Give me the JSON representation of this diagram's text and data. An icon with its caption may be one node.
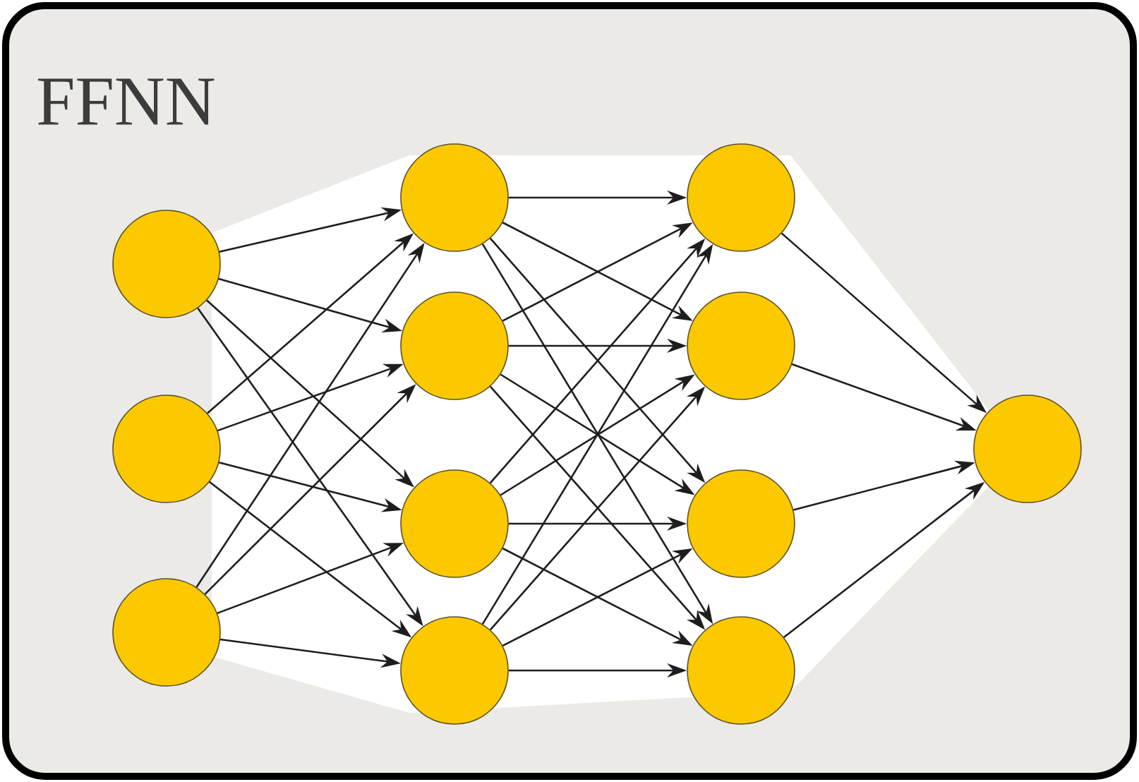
{
  "diagram": {
    "title": "FFNN",
    "nodes": [
      {
        "text": [],
        "shape": "circle"
      },
      {
        "text": [],
        "shape": "circle"
      },
      {
        "text": [],
        "shape": "circle"
      },
      {
        "text": [],
        "shape": "circle"
      },
      {
        "text": [],
        "shape": "circle"
      },
      {
        "text": [],
        "shape": "circle"
      },
      {
        "text": [],
        "shape": "circle"
      },
      {
        "text": [],
        "shape": "circle"
      },
      {
        "text": [],
        "shape": "circle"
      },
      {
        "text": [],
        "shape": "circle"
      },
      {
        "text": [],
        "shape": "circle"
      },
      {
        "text": [],
        "shape": "circle"
      }
    ],
    "edges": [
      {
        "from": 0,
        "to": 3,
        "arrow": "to"
      },
      {
        "from": 0,
        "to": 4,
        "arrow": "to"
      },
      {
        "from": 0,
        "to": 5,
        "arrow": "to"
      },
      {
        "from": 0,
        "to": 6,
        "arrow": "to"
      },
      {
        "from": 1,
        "to": 3,
        "arrow": "to"
      },
      {
        "from": 1,
        "to": 4,
        "arrow": "to"
      },
      {
        "from": 1,
        "to": 5,
        "arrow": "to"
      },
      {
        "from": 1,
        "to": 6,
        "arrow": "to"
      },
      {
        "from": 2,
        "to": 3,
        "arrow": "to"
      },
      {
        "from": 2,
        "to": 4,
        "arrow": "to"
      },
      {
        "from": 2,
        "to": 5,
        "arrow": "to"
      },
      {
        "from": 2,
        "to": 6,
        "arrow": "to"
      },
      {
        "from": 3,
        "to": 7,
        "arrow": "to"
      },
      {
        "from": 3,
        "to": 8,
        "arrow": "to"
      },
      {
        "from": 3,
        "to": 9,
        "arrow": "to"
      },
      {
        "from": 3,
        "to": 10,
        "arrow": "to"
      },
      {
        "from": 4,
        "to": 7,
        "arrow": "to"
      },
      {
        "from": 4,
        "to": 8,
        "arrow": "to"
      },
      {
        "from": 4,
        "to": 9,
        "arrow": "to"
      },
      {
        "from": 4,
        "to": 10,
        "arrow": "to"
      },
      {
        "from": 5,
        "to": 7,
        "arrow": "to"
      },
      {
        "from": 5,
        "to": 8,
        "arrow": "to"
      },
      {
        "from": 5,
        "to": 9,
        "arrow": "to"
      },
      {
        "from": 5,
        "to": 10,
        "arrow": "to"
      },
      {
        "from": 6,
        "to": 7,
        "arrow": "to"
      },
      {
        "from": 6,
        "to": 8,
        "arrow": "to"
      },
      {
        "from": 6,
        "to": 9,
        "arrow": "to"
      },
      {
        "from": 6,
        "to": 10,
        "arrow": "to"
      },
      {
        "from": 7,
        "to": 11,
        "arrow": "to"
      },
      {
        "from": 8,
        "to": 11,
        "arrow": "to"
      },
      {
        "from": 9,
        "to": 11,
        "arrow": "to"
      },
      {
        "from": 10,
        "to": 11,
        "arrow": "to"
      }
    ]
  }
}
